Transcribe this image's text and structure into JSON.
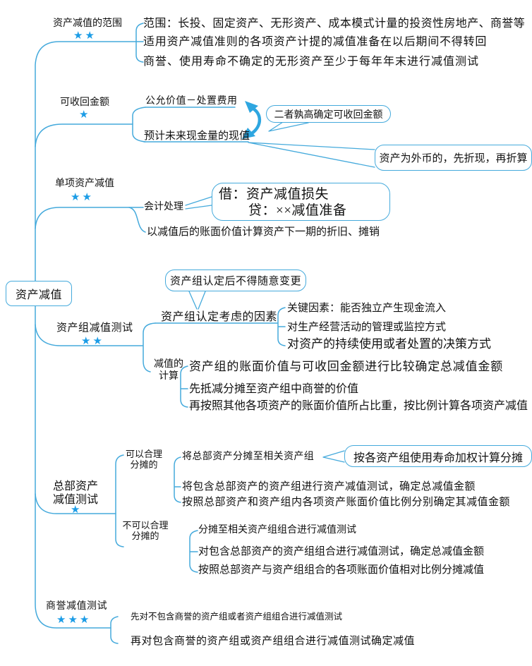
{
  "colors": {
    "line": "#45aadc",
    "star": "#1b9ce6",
    "text": "#111111"
  },
  "root": {
    "label": "资产减值"
  },
  "branches": {
    "scope": {
      "label": "资产减值的范围",
      "stars": "★★",
      "items": [
        "范围：长投、固定资产、无形资产、成本模式计量的投资性房地产、商誉等",
        "适用资产减值准则的各项资产计提的减值准备在以后期间不得转回",
        "商誉、使用寿命不确定的无形资产至少于每年年末进行减值测试"
      ]
    },
    "recoverable": {
      "label": "可收回金额",
      "stars": "★",
      "items": [
        "公允价值－处置费用",
        "预计未来现金量的现值"
      ],
      "callout_higher": "二者孰高确定可收回金额",
      "callout_foreign": "资产为外币的，先折现，再折算",
      "compare_icon": "swap-curved-double-arrow"
    },
    "single": {
      "label": "单项资产减值",
      "stars": "★★",
      "accounting_label": "会计处理",
      "journal_debit": "借：资产减值损失",
      "journal_credit": "贷：××减值准备",
      "note": "以减值后的账面价值计算资产下一期的折旧、摊销"
    },
    "asset_group": {
      "label": "资产组减值测试",
      "stars": "★★",
      "callout": "资产组认定后不得随意变更",
      "factors_label": "资产组认定考虑的因素",
      "factors": [
        "关键因素：能否独立产生现金流入",
        "对生产经营活动的管理或监控方式",
        "对资产的持续使用或者处置的决策方式"
      ],
      "calc_label": "减值的\n计算",
      "calc_items": [
        "资产组的账面价值与可收回金额进行比较确定总减值金额",
        "先抵减分摊至资产组中商誉的价值",
        "再按照其他各项资产的账面价值所占比重，按比例计算各项资产减值"
      ]
    },
    "hq": {
      "label": "总部资产\n减值测试",
      "stars": "★",
      "allocatable_label": "可以合理\n分摊的",
      "allocatable_items": [
        "将总部资产分摊至相关资产组",
        "将包含总部资产的资产组进行资产减值测试，确定总减值金额",
        "按照总部资产和资产组内各项资产账面价值比例分别确定其减值金额"
      ],
      "allocatable_callout": "按各资产组使用寿命加权计算分摊",
      "unallocatable_label": "不可以合理\n分摊的",
      "unallocatable_items": [
        "分摊至相关资产组组合进行减值测试",
        "对包含总部资产的资产组组合进行减值测试，确定总减值金额",
        "按照总部资产与资产组组合的各项账面价值相对比例分摊减值"
      ]
    },
    "goodwill": {
      "label": "商誉减值测试",
      "stars": "★★★",
      "items": [
        "先对不包含商誉的资产组或者资产组组合进行减值测试",
        "再对包含商誉的资产组或资产组组合进行减值测试确定减值"
      ]
    }
  }
}
